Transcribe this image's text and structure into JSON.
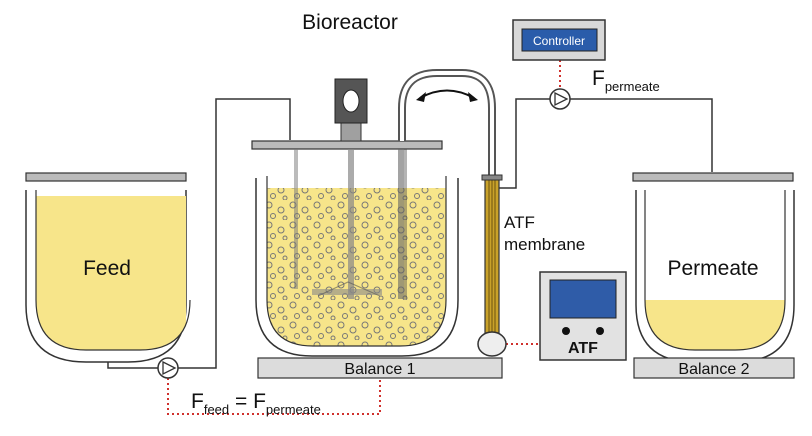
{
  "title": "Bioreactor",
  "vessels": {
    "feed_label": "Feed",
    "permeate_label": "Permeate"
  },
  "balances": {
    "balance1_label": "Balance 1",
    "balance2_label": "Balance 2"
  },
  "controller": {
    "label": "Controller"
  },
  "atf_membrane": {
    "line1": "ATF",
    "line2": "membrane"
  },
  "atf_unit": {
    "label": "ATF"
  },
  "flow_labels": {
    "permeate_main": "F",
    "permeate_sub": "permeate",
    "equation_left_main": "F",
    "equation_left_sub": "feed",
    "equation_equals": " = ",
    "equation_right_main": "F",
    "equation_right_sub": "permeate"
  },
  "colors": {
    "liquid": "#f7e58a",
    "outline": "#333333",
    "signal": "#d0312d",
    "screen": "#1f4f9a",
    "balance": "#dcdcdc",
    "membrane": "#c9a22a"
  }
}
